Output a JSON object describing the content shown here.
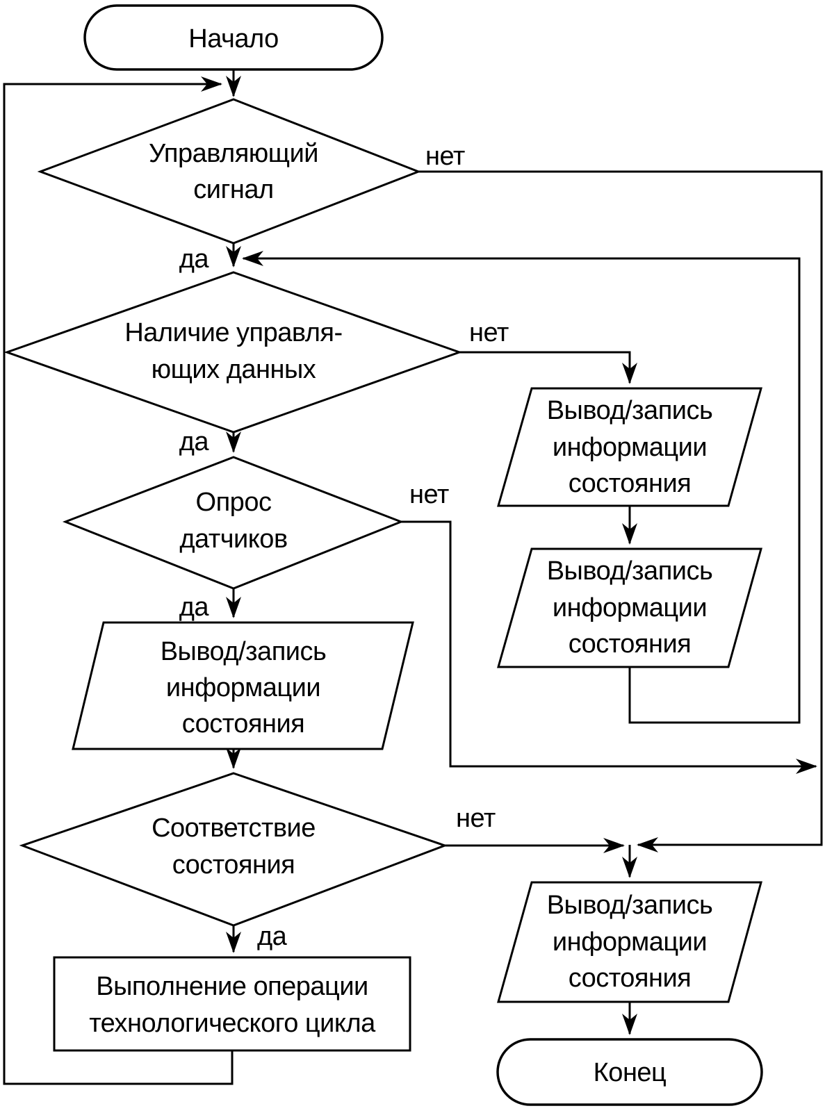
{
  "diagram": {
    "type": "flowchart",
    "language": "ru",
    "colors": {
      "ink": "#000000",
      "paper": "#ffffff"
    },
    "nodes": {
      "start": {
        "shape": "terminator",
        "lines": [
          "Начало"
        ]
      },
      "d1": {
        "shape": "decision",
        "lines": [
          "Управляющий",
          "сигнал"
        ]
      },
      "d2": {
        "shape": "decision",
        "lines": [
          "Наличие управля-",
          "ющих данных"
        ]
      },
      "d3": {
        "shape": "decision",
        "lines": [
          "Опрос",
          "датчиков"
        ]
      },
      "io_left": {
        "shape": "parallelogram",
        "lines": [
          "Вывод/запись",
          "информации",
          "состояния"
        ]
      },
      "d4": {
        "shape": "decision",
        "lines": [
          "Соответствие",
          "состояния"
        ]
      },
      "process": {
        "shape": "rectangle",
        "lines": [
          "Выполнение операции",
          "технологического цикла"
        ]
      },
      "io_right1": {
        "shape": "parallelogram",
        "lines": [
          "Вывод/запись",
          "информации",
          "состояния"
        ]
      },
      "io_right2": {
        "shape": "parallelogram",
        "lines": [
          "Вывод/запись",
          "информации",
          "состояния"
        ]
      },
      "io_bottom": {
        "shape": "parallelogram",
        "lines": [
          "Вывод/запись",
          "информации",
          "состояния"
        ]
      },
      "end": {
        "shape": "terminator",
        "lines": [
          "Конец"
        ]
      }
    },
    "branches": {
      "d1_no": "нет",
      "d1_yes": "да",
      "d2_no": "нет",
      "d2_yes": "да",
      "d3_no": "нет",
      "d3_yes": "да",
      "d4_no": "нет",
      "d4_yes": "да"
    }
  }
}
